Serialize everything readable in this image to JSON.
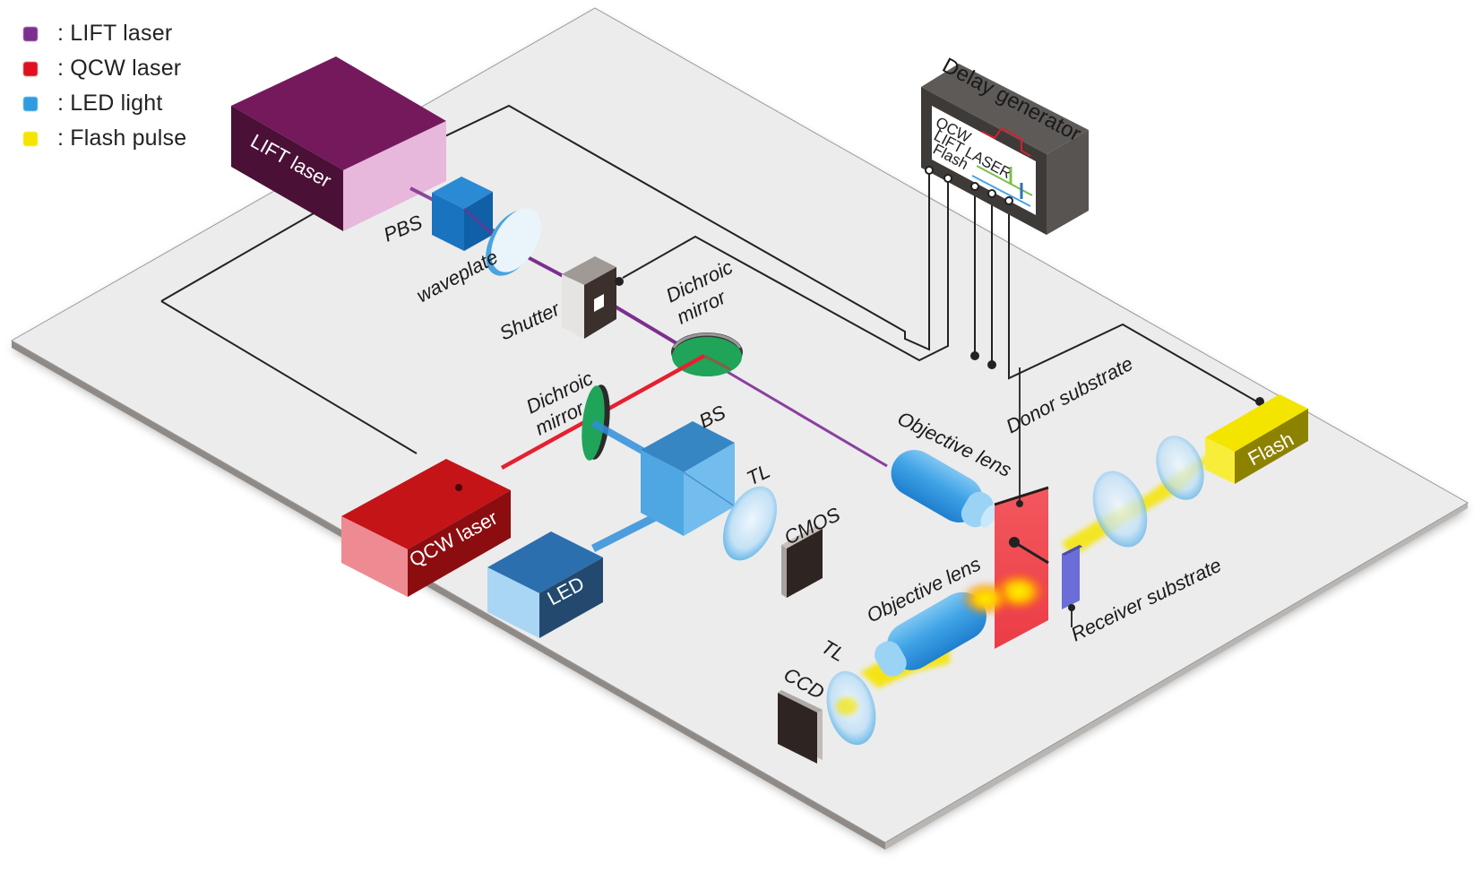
{
  "legend": [
    {
      "label": ": LIFT laser",
      "color": "#7b2f8e"
    },
    {
      "label": ": QCW laser",
      "color": "#e0101e"
    },
    {
      "label": ": LED light",
      "color": "#2f9be0"
    },
    {
      "label": ": Flash pulse",
      "color": "#f5e400"
    }
  ],
  "components": {
    "lift_laser": "LIFT  laser",
    "pbs": "PBS",
    "waveplate": "waveplate",
    "shutter": "Shutter",
    "dichroic_mirror_1_line1": "Dichroic",
    "dichroic_mirror_1_line2": "mirror",
    "dichroic_mirror_2_line1": "Dichroic",
    "dichroic_mirror_2_line2": "mirror",
    "qcw_laser": "QCW laser",
    "bs": "BS",
    "tl_top": "TL",
    "cmos": "CMOS",
    "led": "LED",
    "objective_lens_top": "Objective lens",
    "objective_lens_bottom": "Objective lens",
    "donor_substrate": "Donor substrate",
    "receiver_substrate": "Receiver substrate",
    "tl_bottom": "TL",
    "ccd": "CCD",
    "flash": "Flash",
    "delay_generator": "Delay generator"
  },
  "delay_screen": {
    "line1": "QCW",
    "line2": "LIFT LASER",
    "line3": "Flash"
  },
  "colors": {
    "lift_beam": "#7b2f8e",
    "qcw_beam": "#e52030",
    "led_beam": "#2f8fdc",
    "flash_beam": "#f5e400"
  }
}
